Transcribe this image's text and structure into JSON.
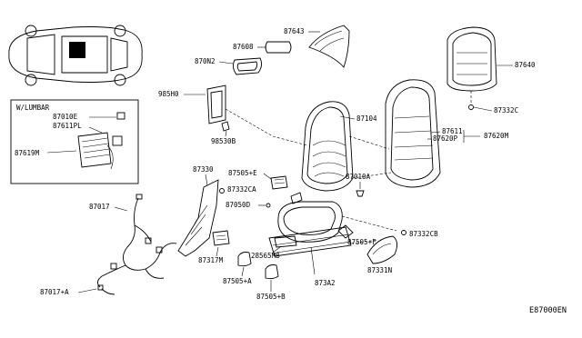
{
  "inset_title": "W/LUMBAR",
  "diagram_code": "E87000EN",
  "labels": {
    "p87608": "87608",
    "p87643": "87643",
    "p870N2": "870N2",
    "p87640": "87640",
    "p985H0": "985H0",
    "p87104": "87104",
    "p87332C": "87332C",
    "p98530B": "98530B",
    "p87611": "87611",
    "p87620P": "87620P",
    "p87620M": "87620M",
    "p87010E": "87010E",
    "p87611PL": "87611PL",
    "p87619M": "87619M",
    "p87330": "87330",
    "p87505E": "87505+E",
    "p87010A": "87010A",
    "p87332CA": "87332CA",
    "p87017": "87017",
    "p87050D": "87050D",
    "p87332CB": "87332CB",
    "p87317M": "87317M",
    "p28565MB": "28565MB",
    "p87505F": "87505+F",
    "p87505A": "87505+A",
    "p873A2": "873A2",
    "p87331N": "87331N",
    "p87017A": "87017+A",
    "p87505B": "87505+B"
  }
}
